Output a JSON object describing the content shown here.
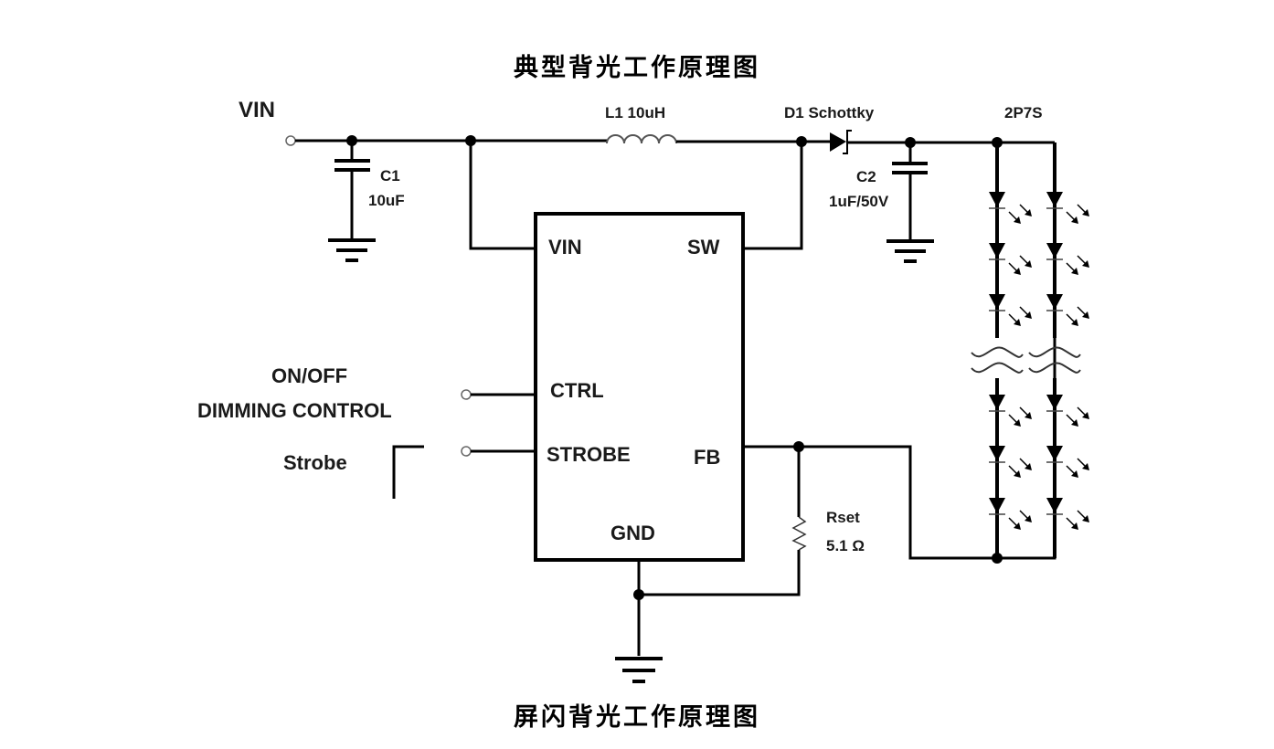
{
  "titles": {
    "top": "典型背光工作原理图",
    "bottom": "屏闪背光工作原理图"
  },
  "labels": {
    "vin_input": "VIN",
    "c1_name": "C1",
    "c1_value": "10uF",
    "l1": "L1 10uH",
    "d1": "D1 Schottky",
    "c2_name": "C2",
    "c2_value": "1uF/50V",
    "led_config": "2P7S",
    "ctrl_line1": "ON/OFF",
    "ctrl_line2": "DIMMING CONTROL",
    "strobe": "Strobe",
    "rset_name": "Rset",
    "rset_value": "5.1 Ω"
  },
  "ic_pins": {
    "vin": "VIN",
    "sw": "SW",
    "ctrl": "CTRL",
    "strobe": "STROBE",
    "fb": "FB",
    "gnd": "GND"
  },
  "components": [
    {
      "ref": "C1",
      "type": "capacitor",
      "value": "10uF"
    },
    {
      "ref": "L1",
      "type": "inductor",
      "value": "10uH"
    },
    {
      "ref": "D1",
      "type": "schottky-diode"
    },
    {
      "ref": "C2",
      "type": "capacitor",
      "value": "1uF/50V"
    },
    {
      "ref": "Rset",
      "type": "resistor",
      "value": "5.1 Ω"
    },
    {
      "ref": "LED",
      "type": "led-array",
      "value": "2P7S",
      "strings": 2,
      "leds_shown_per_string": 6
    }
  ]
}
